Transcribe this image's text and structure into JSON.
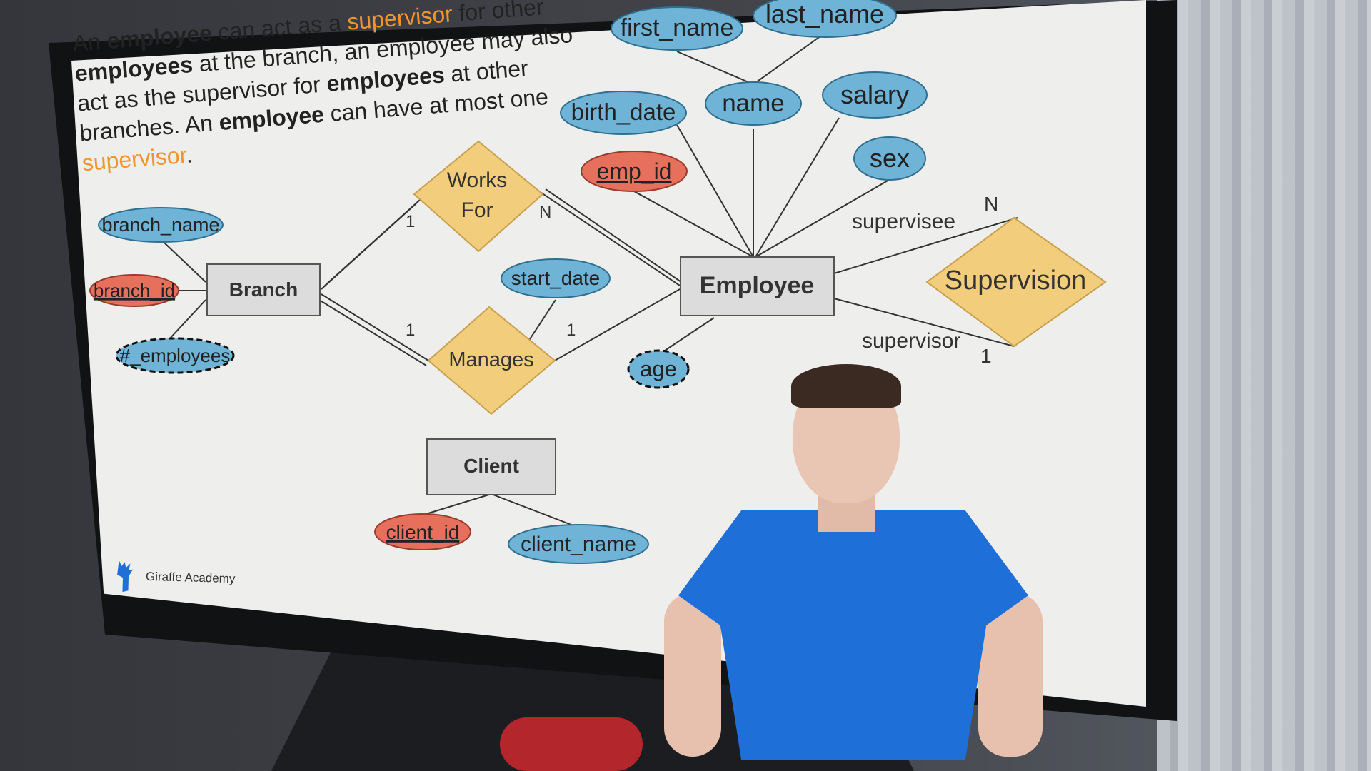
{
  "slide": {
    "description": [
      {
        "text": "An ",
        "style": "normal"
      },
      {
        "text": "employee",
        "style": "bold"
      },
      {
        "text": " can act as a ",
        "style": "normal"
      },
      {
        "text": "supervisor",
        "style": "highlight"
      },
      {
        "text": " for other ",
        "style": "normal"
      },
      {
        "text": "employees",
        "style": "bold"
      },
      {
        "text": " at the branch,  an employee may also act as the supervisor for ",
        "style": "normal"
      },
      {
        "text": "employees",
        "style": "bold"
      },
      {
        "text": " at other branches. An ",
        "style": "normal"
      },
      {
        "text": "employee",
        "style": "bold"
      },
      {
        "text": " can have at most one ",
        "style": "normal"
      },
      {
        "text": "supervisor",
        "style": "highlight"
      },
      {
        "text": ".",
        "style": "normal"
      }
    ],
    "brand": "Giraffe Academy",
    "colors": {
      "attribute": "#6fb3d6",
      "key_attribute": "#e7705d",
      "relationship": "#f2cd7b",
      "entity": "#dcdcdc",
      "highlight": "#f0962e"
    },
    "entities": {
      "branch": "Branch",
      "employee": "Employee",
      "client": "Client"
    },
    "relationships": {
      "works_for": "Works\nFor",
      "manages": "Manages",
      "supervision": "Supervision"
    },
    "attributes": {
      "branch_name": "branch_name",
      "branch_id": "branch_id",
      "num_employees": "#_employees",
      "start_date": "start_date",
      "first_name": "first_name",
      "last_name": "last_name",
      "birth_date": "birth_date",
      "name": "name",
      "salary": "salary",
      "emp_id": "emp_id",
      "sex": "sex",
      "age": "age",
      "client_id": "client_id",
      "client_name": "client_name"
    },
    "cardinalities": {
      "works_for_branch": "1",
      "works_for_employee": "N",
      "manages_branch": "1",
      "manages_employee": "1",
      "supervisee_n": "N",
      "supervisor_1": "1"
    },
    "roles": {
      "supervisee": "supervisee",
      "supervisor": "supervisor"
    }
  }
}
